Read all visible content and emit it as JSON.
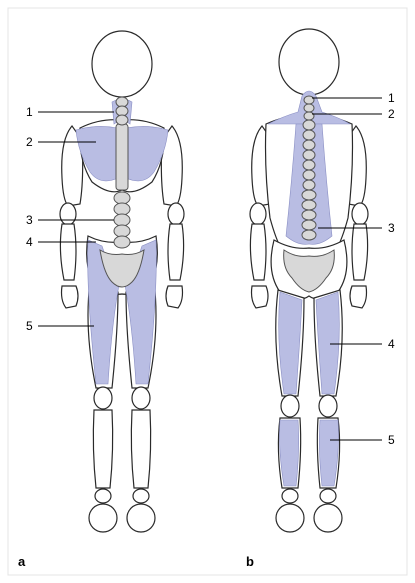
{
  "colors": {
    "muscle": "#b9bde3",
    "bone": "#d8d8d8",
    "outline": "#2a2a2a",
    "frame": "#e4e4e4"
  },
  "panels": [
    {
      "letter": "a",
      "labels": [
        "1",
        "2",
        "3",
        "4",
        "5"
      ]
    },
    {
      "letter": "b",
      "labels": [
        "1",
        "2",
        "3",
        "4",
        "5"
      ]
    }
  ]
}
